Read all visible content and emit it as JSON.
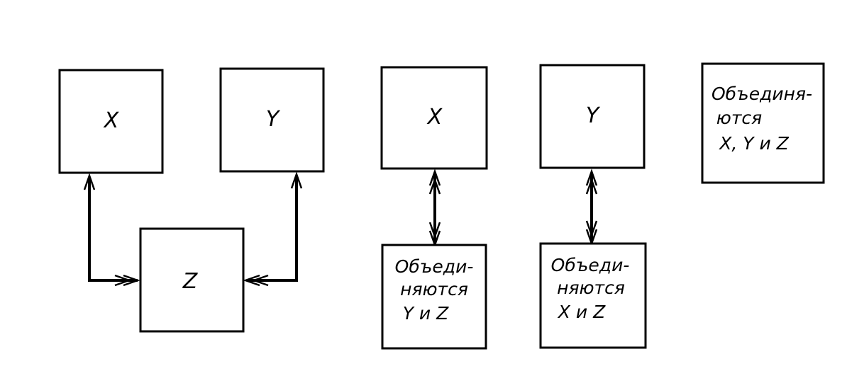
{
  "diagram": {
    "left_group": {
      "box_x": "X",
      "box_y": "Y",
      "box_z": "Z"
    },
    "middle_group": {
      "box_x": "X",
      "box_result": [
        "Объеди-",
        "няются",
        "Y и Z"
      ]
    },
    "right_group": {
      "box_y": "Y",
      "box_result": [
        "Объеди-",
        "няются",
        "X и Z"
      ]
    },
    "far_right": {
      "box_result": [
        "Объединя-",
        "ются",
        "X, Y и Z"
      ]
    }
  }
}
